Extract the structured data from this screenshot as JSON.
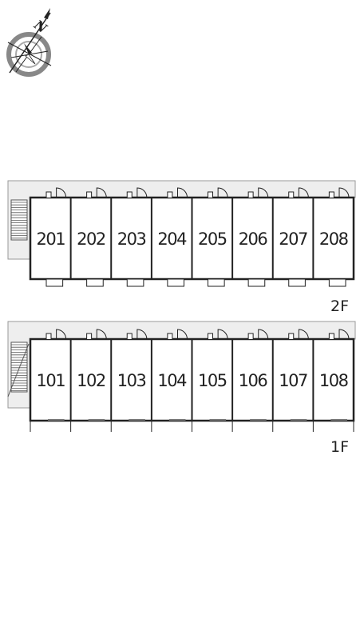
{
  "compass": {
    "letter": "N",
    "icon": "north-arrow-compass-icon"
  },
  "floors": [
    {
      "label": "2F",
      "rooms": [
        "201",
        "202",
        "203",
        "204",
        "205",
        "206",
        "207",
        "208"
      ]
    },
    {
      "label": "1F",
      "rooms": [
        "101",
        "102",
        "103",
        "104",
        "105",
        "106",
        "107",
        "108"
      ]
    }
  ],
  "colors": {
    "line": "#222222",
    "corridor": "#eeeeee",
    "corridor_edge": "#999999"
  }
}
